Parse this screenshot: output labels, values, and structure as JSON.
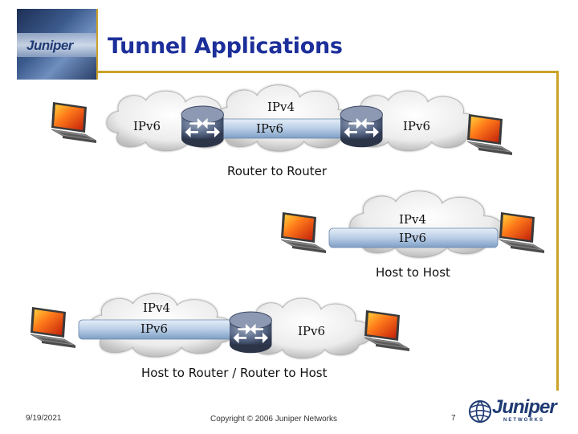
{
  "slide": {
    "title": "Tunnel Applications",
    "date": "9/19/2021",
    "copyright": "Copyright © 2006 Juniper Networks",
    "page_number": "7",
    "logo_text": "Juniper",
    "logo_subtext": "NETWORKS"
  },
  "scenario_router": {
    "left_ipv6": "IPv6",
    "ipv4": "IPv4",
    "tunnel_ipv6": "IPv6",
    "right_ipv6": "IPv6",
    "caption": "Router to Router"
  },
  "scenario_host": {
    "ipv4": "IPv4",
    "tunnel_ipv6": "IPv6",
    "caption": "Host to Host"
  },
  "scenario_mixed": {
    "ipv4": "IPv4",
    "tunnel_ipv6": "IPv6",
    "right_ipv6": "IPv6",
    "caption": "Host to Router / Router to Host"
  },
  "colors": {
    "title": "#1d2f9a",
    "accent_rule": "#c9a227",
    "tunnel": "#b8cde6",
    "router": "#5a6a88",
    "cloud": "#f2f2f2"
  }
}
